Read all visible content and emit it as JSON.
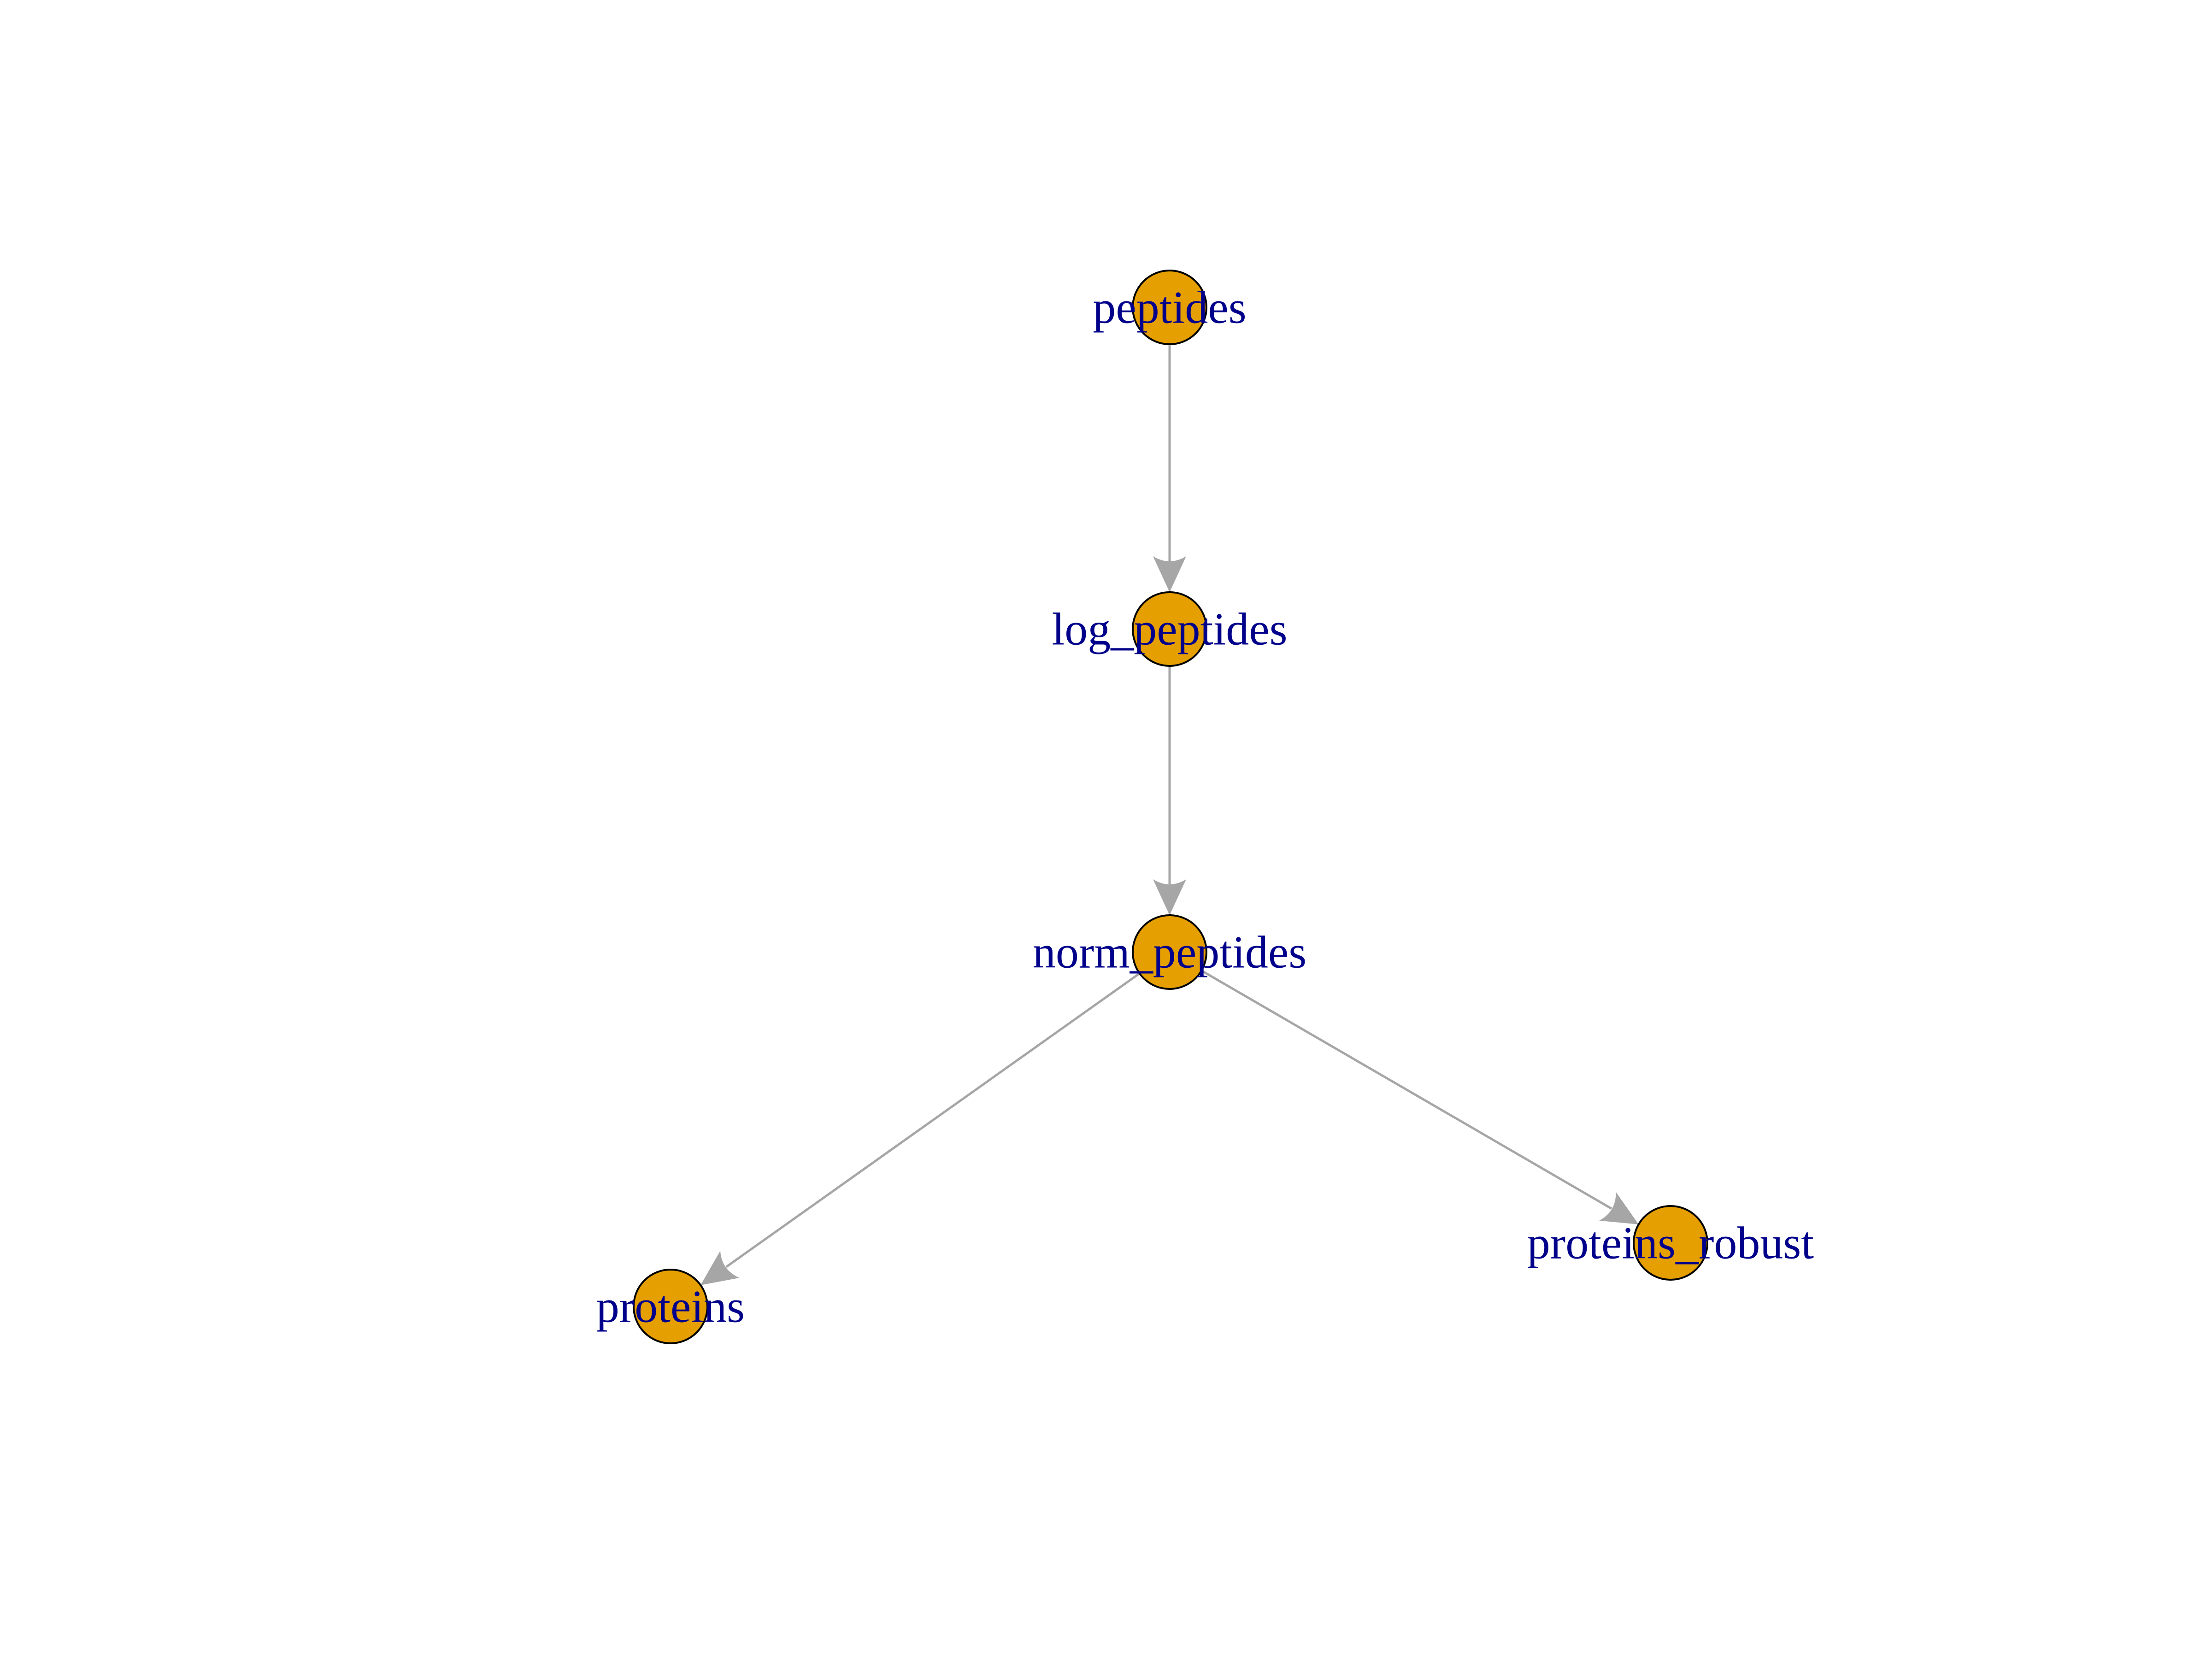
{
  "graph": {
    "nodes": [
      {
        "id": "peptides",
        "label": "peptides"
      },
      {
        "id": "log_peptides",
        "label": "log_peptides"
      },
      {
        "id": "norm_peptides",
        "label": "norm_peptides"
      },
      {
        "id": "proteins",
        "label": "proteins"
      },
      {
        "id": "proteins_robust",
        "label": "proteins_robust"
      }
    ],
    "edges": [
      {
        "from": "peptides",
        "to": "log_peptides"
      },
      {
        "from": "log_peptides",
        "to": "norm_peptides"
      },
      {
        "from": "norm_peptides",
        "to": "proteins"
      },
      {
        "from": "norm_peptides",
        "to": "proteins_robust"
      }
    ],
    "colors": {
      "node_fill": "#e69f00",
      "node_border": "#000000",
      "edge": "#a6a6a6",
      "label": "#00008b"
    }
  }
}
